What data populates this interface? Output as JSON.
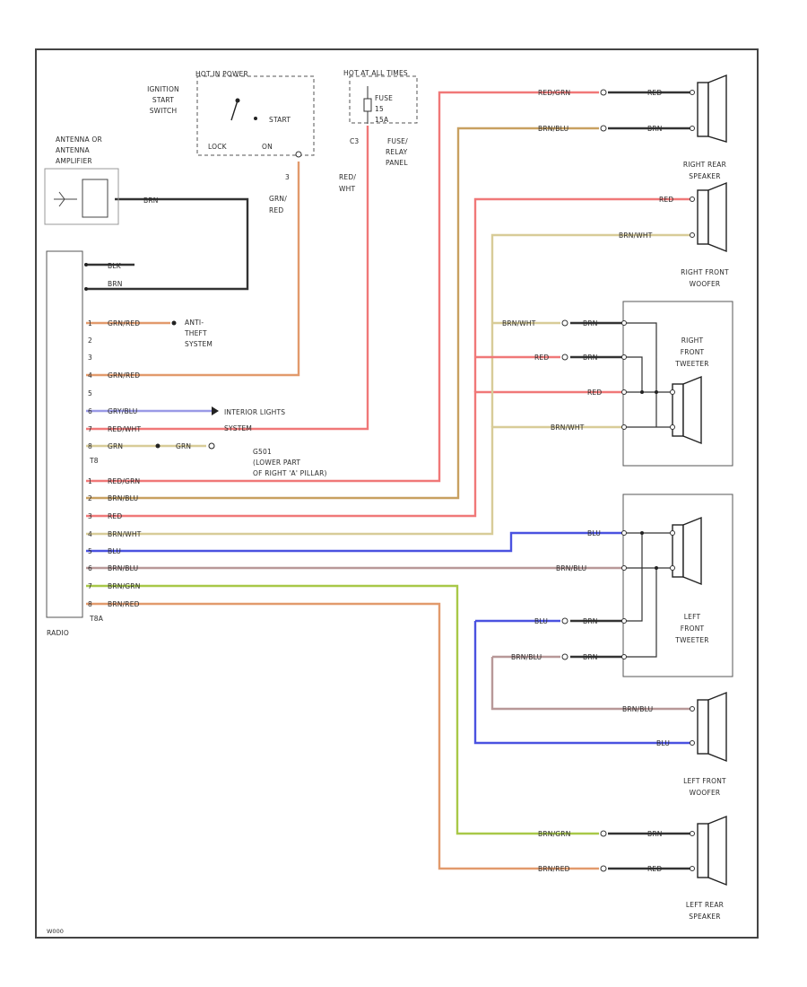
{
  "diagram": {
    "components": {
      "antenna": [
        "ANTENNA OR",
        "ANTENNA",
        "AMPLIFIER"
      ],
      "hot_at_all_times": "HOT AT ALL TIMES",
      "fuse": "FUSE",
      "fuse_amp": "15A",
      "fuse_num": "15",
      "fuse_relay_panel": [
        "FUSE/",
        "RELAY",
        "PANEL"
      ],
      "hot_in_power": "HOT IN POWER",
      "ignition_switch": [
        "IGNITION",
        "START",
        "SWITCH"
      ],
      "lock": "LOCK",
      "on": "ON",
      "start": "START",
      "c3": "C3",
      "anti_theft": [
        "ANTI-",
        "THEFT",
        "SYSTEM"
      ],
      "interior_lights": [
        "INTERIOR LIGHTS",
        "SYSTEM"
      ],
      "ground": [
        "G501",
        "(LOWER PART",
        "OF RIGHT 'A' PILLAR)"
      ],
      "t8": "T8",
      "t8a": "T8A",
      "radio": "RADIO",
      "right_rear": [
        "RIGHT REAR",
        "SPEAKER"
      ],
      "right_front_woofer": [
        "RIGHT FRONT",
        "WOOFER"
      ],
      "right_front_tweeter": [
        "RIGHT",
        "FRONT",
        "TWEETER"
      ],
      "left_front_tweeter": [
        "LEFT",
        "FRONT",
        "TWEETER"
      ],
      "left_front_woofer": [
        "LEFT FRONT",
        "WOOFER"
      ],
      "left_rear": [
        "LEFT REAR",
        "SPEAKER"
      ],
      "footer": "W000"
    },
    "wire_labels": {
      "antenna_brn": "BRN",
      "radio_blk": "BLK",
      "radio_brn": "BRN",
      "grn_red_ant": "GRN/RED",
      "grn_red_ign": "GRN/RED",
      "ign_grn": "GRN/",
      "ign_red": "RED",
      "fuse_red": "RED/",
      "fuse_wht": "WHT",
      "gry_blu": "GRY/BLU",
      "red_wht": "RED/WHT",
      "grn1": "GRN",
      "grn2": "GRN",
      "red_grn": "RED/GRN",
      "brn_blu": "BRN/BLU",
      "red": "RED",
      "brn_wht": "BRN/WHT",
      "blu": "BLU",
      "brn_blu2": "BRN/BLU",
      "brn_grn": "BRN/GRN",
      "brn_red": "BRN/RED",
      "rr_red_grn": "RED/GRN",
      "rr_red": "RED",
      "rr_brn_blu": "BRN/BLU",
      "rr_brn": "BRN",
      "rfw_red": "RED",
      "rfw_brn_wht": "BRN/WHT",
      "rft_brn_wht": "BRN/WHT",
      "rft_brn": "BRN",
      "rft_red": "RED",
      "rft_brn2": "BRN",
      "rft_red2": "RED",
      "rft_brn_wht2": "BRN/WHT",
      "lft_blu": "BLU",
      "lft_brn_blu": "BRN/BLU",
      "lft_blu2": "BLU",
      "lft_brn": "BRN",
      "lft_brn_blu2": "BRN/BLU",
      "lft_brn2": "BRN",
      "lfw_brn_blu": "BRN/BLU",
      "lfw_blu": "BLU",
      "lr_brn_grn": "BRN/GRN",
      "lr_brn": "BRN",
      "lr_brn_red": "BRN/RED",
      "lr_red": "RED"
    },
    "pins": [
      "1",
      "2",
      "3",
      "4",
      "5",
      "6",
      "7",
      "8",
      "1",
      "2",
      "3",
      "4",
      "5",
      "6",
      "7",
      "8"
    ],
    "colors": {
      "red": "#f07878",
      "brown": "#c8a060",
      "tan": "#d8cc98",
      "blue": "#4a52e0",
      "orange": "#e29a6c",
      "green": "#a8c848",
      "mauve": "#b89898",
      "black": "#333333",
      "lightblue": "#9a9ae6"
    }
  }
}
